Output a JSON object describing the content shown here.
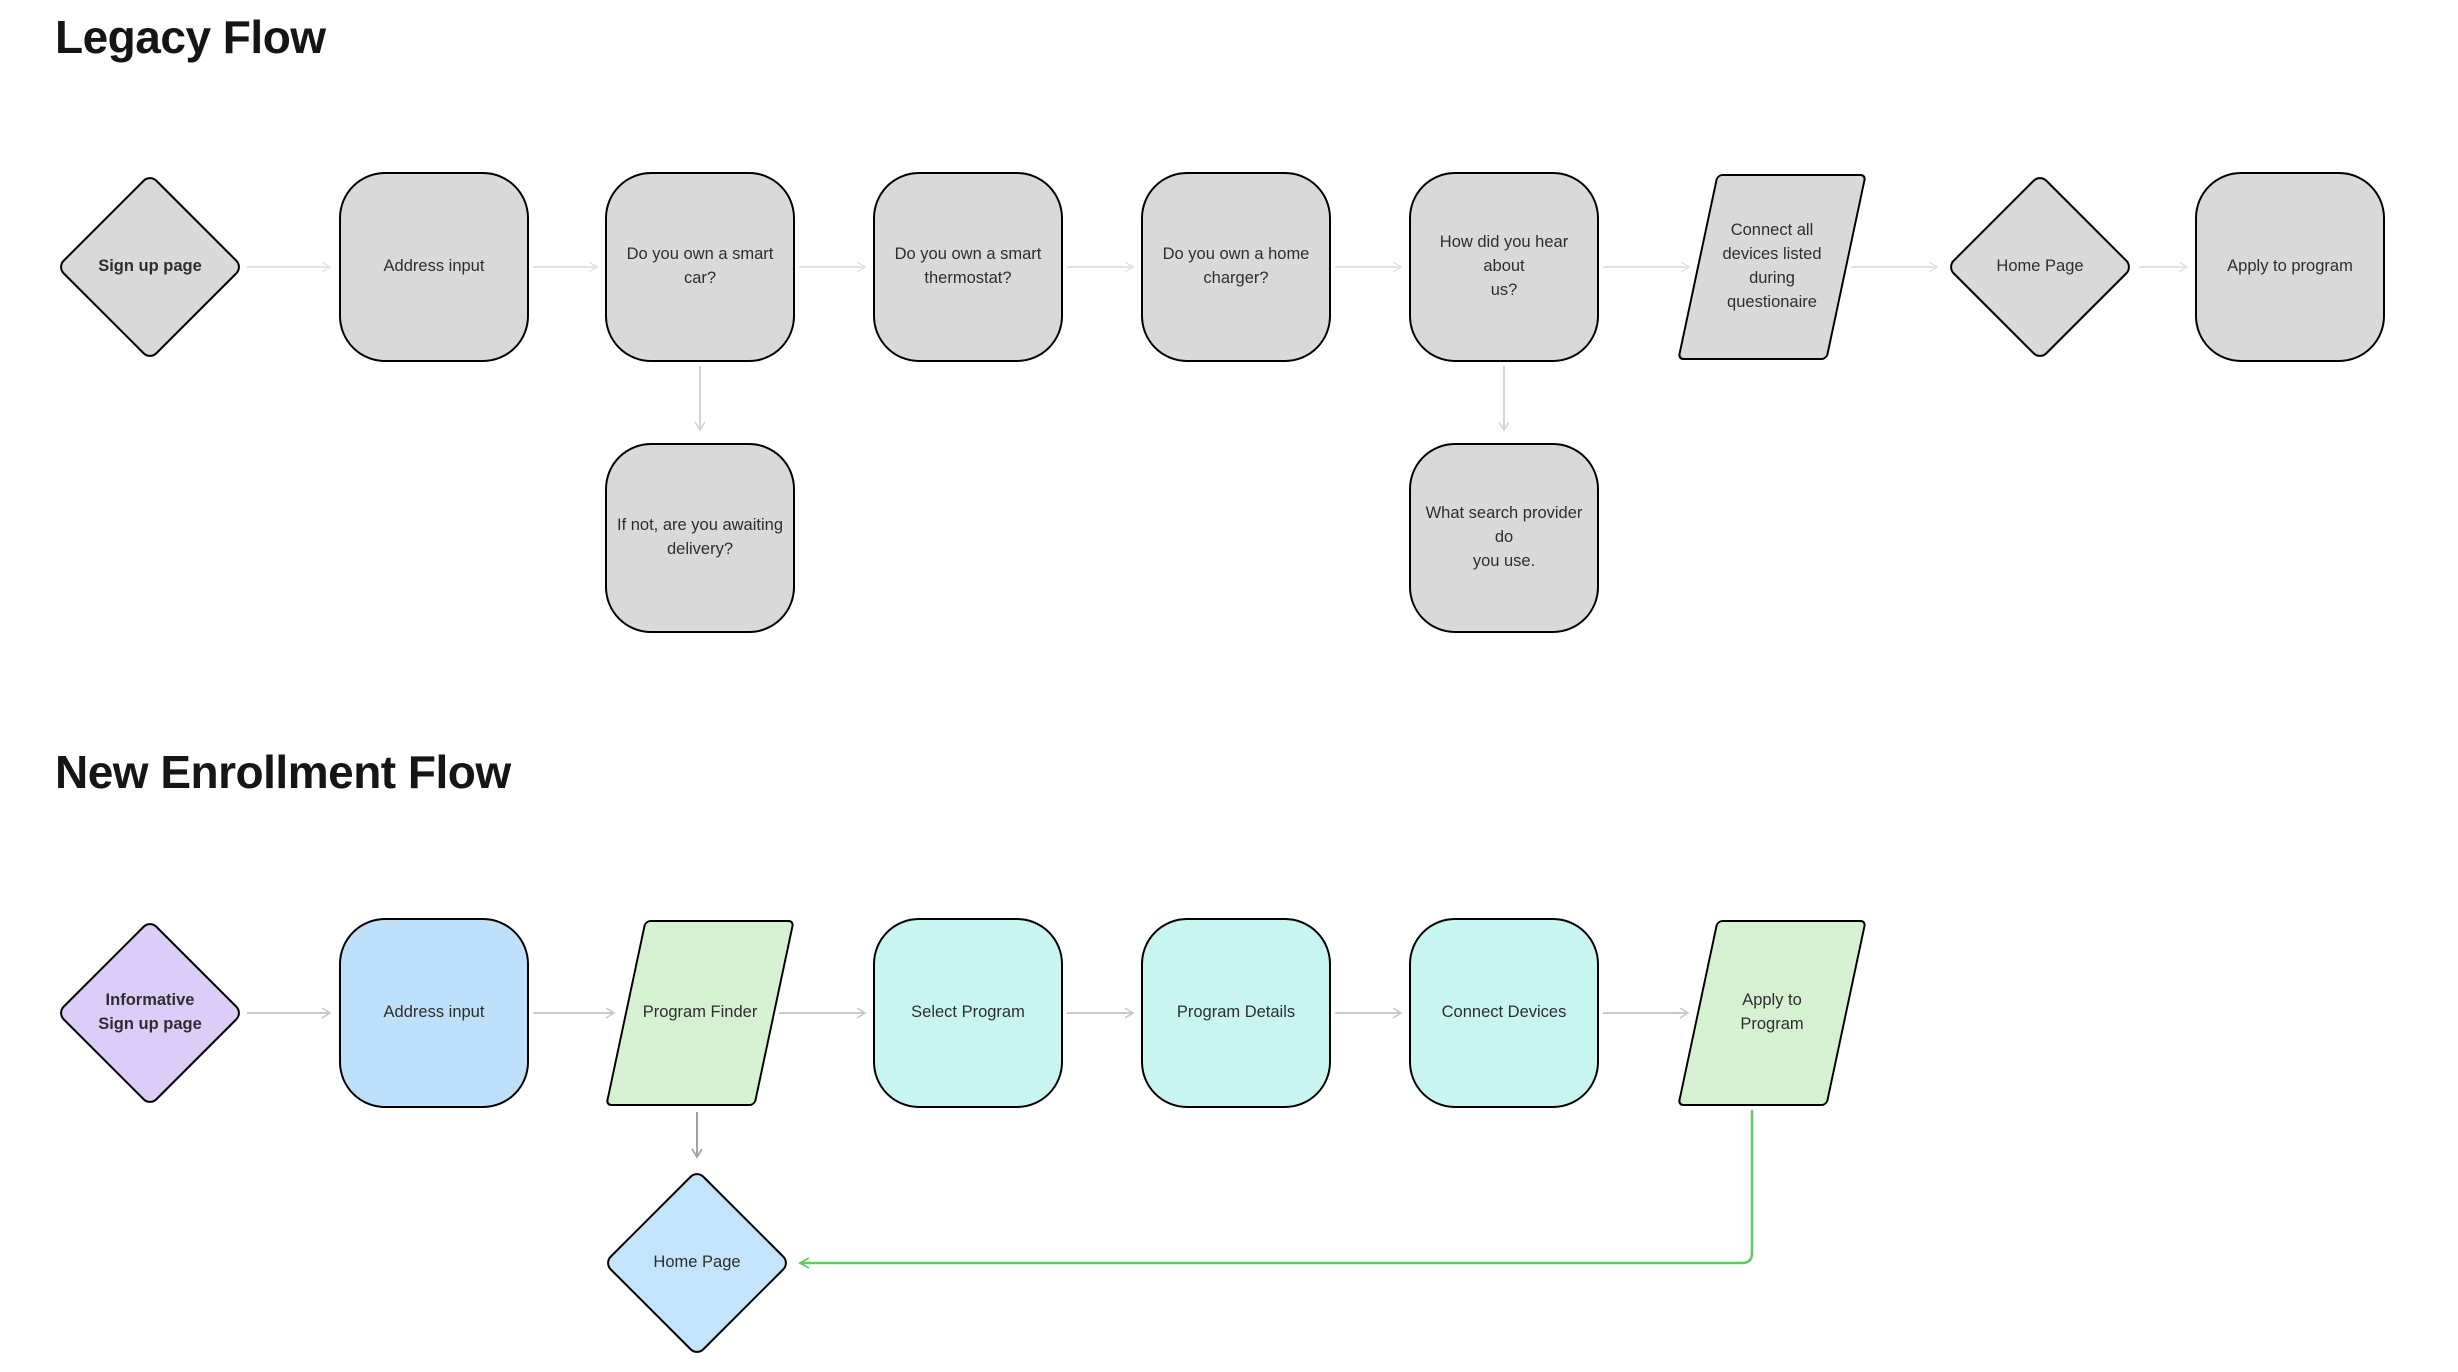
{
  "legacy": {
    "title": "Legacy Flow",
    "nodes": [
      {
        "id": "signup",
        "shape": "diamond",
        "label": "Sign up page"
      },
      {
        "id": "address",
        "shape": "rounded-rect",
        "label": "Address input"
      },
      {
        "id": "smart-car",
        "shape": "rounded-rect",
        "label": "Do you own a smart car?"
      },
      {
        "id": "thermostat",
        "shape": "rounded-rect",
        "label": "Do you own a smart\nthermostat?"
      },
      {
        "id": "home-charger",
        "shape": "rounded-rect",
        "label": "Do you own a home\ncharger?"
      },
      {
        "id": "hear-about-us",
        "shape": "rounded-rect",
        "label": "How did you hear about\nus?"
      },
      {
        "id": "connect-all",
        "shape": "parallelogram",
        "label": "Connect all\ndevices listed\nduring\nquestionaire"
      },
      {
        "id": "home-page",
        "shape": "diamond",
        "label": "Home Page"
      },
      {
        "id": "apply",
        "shape": "rounded-rect",
        "label": "Apply to program"
      },
      {
        "id": "awaiting-delivery",
        "shape": "rounded-rect",
        "label": "If not, are you awaiting\ndelivery?"
      },
      {
        "id": "search-provider",
        "shape": "rounded-rect",
        "label": "What search provider do\nyou use."
      }
    ],
    "connections": [
      {
        "from": "signup",
        "to": "address"
      },
      {
        "from": "address",
        "to": "smart-car"
      },
      {
        "from": "smart-car",
        "to": "thermostat"
      },
      {
        "from": "thermostat",
        "to": "home-charger"
      },
      {
        "from": "home-charger",
        "to": "hear-about-us"
      },
      {
        "from": "hear-about-us",
        "to": "connect-all"
      },
      {
        "from": "connect-all",
        "to": "home-page"
      },
      {
        "from": "home-page",
        "to": "apply"
      },
      {
        "from": "smart-car",
        "to": "awaiting-delivery"
      },
      {
        "from": "hear-about-us",
        "to": "search-provider"
      }
    ]
  },
  "new_flow": {
    "title": "New Enrollment Flow",
    "nodes": [
      {
        "id": "informative-signup",
        "shape": "diamond",
        "label": "Informative\nSign up page"
      },
      {
        "id": "address",
        "shape": "rounded-rect",
        "label": "Address input"
      },
      {
        "id": "program-finder",
        "shape": "parallelogram",
        "label": "Program Finder"
      },
      {
        "id": "select-program",
        "shape": "rounded-rect",
        "label": "Select Program"
      },
      {
        "id": "program-details",
        "shape": "rounded-rect",
        "label": "Program Details"
      },
      {
        "id": "connect-devices",
        "shape": "rounded-rect",
        "label": "Connect Devices"
      },
      {
        "id": "apply-to-program",
        "shape": "parallelogram",
        "label": "Apply to\nProgram"
      },
      {
        "id": "home-page",
        "shape": "diamond",
        "label": "Home Page"
      }
    ],
    "connections": [
      {
        "from": "informative-signup",
        "to": "address"
      },
      {
        "from": "address",
        "to": "program-finder"
      },
      {
        "from": "program-finder",
        "to": "select-program"
      },
      {
        "from": "select-program",
        "to": "program-details"
      },
      {
        "from": "program-details",
        "to": "connect-devices"
      },
      {
        "from": "connect-devices",
        "to": "apply-to-program"
      },
      {
        "from": "program-finder",
        "to": "home-page"
      },
      {
        "from": "apply-to-program",
        "to": "home-page"
      }
    ]
  },
  "colors": {
    "legacy_fill": "#d9d9d9",
    "legacy_border": "#a6a6a6",
    "purple_fill": "#dccdf8",
    "purple_border": "#8450ec",
    "blue_fill": "#bfe0fa",
    "blue_border": "#2d9bf0",
    "cyan_fill": "#c8f5f0",
    "cyan_border": "#3bcfc4",
    "green_fill": "#d6f1d2",
    "green_border": "#4fc75f",
    "blue_diamond_fill": "#c4e4fb",
    "blue_diamond_border": "#47a9f0",
    "arrow_light_gray": "#e3e3e3",
    "arrow_gray": "#c9c9c9",
    "arrow_dark_gray": "#a3a3a3",
    "arrow_green": "#5ecb62"
  }
}
